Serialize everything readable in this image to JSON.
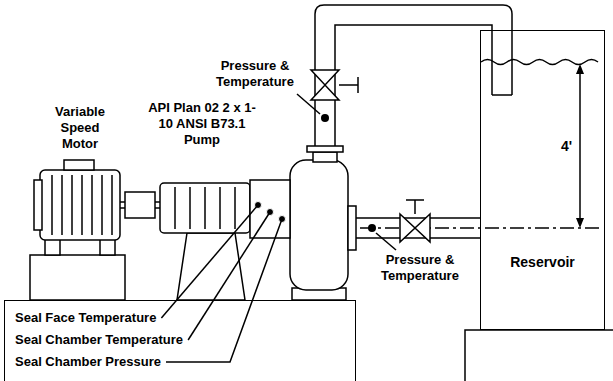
{
  "diagram": {
    "nodes": [
      {
        "text": [
          "Seal Face Temperature",
          "Seal Chamber Temperature",
          "Seal Chamber Pressure"
        ]
      },
      {
        "text": [
          "Reservoir"
        ]
      }
    ],
    "labels": [
      "Pressure & Temperature",
      "Variable Speed Motor",
      "API Plan 02 2 x 1-10 ANSI B73.1 Pump",
      "Pressure & Temperature",
      "4'"
    ]
  }
}
